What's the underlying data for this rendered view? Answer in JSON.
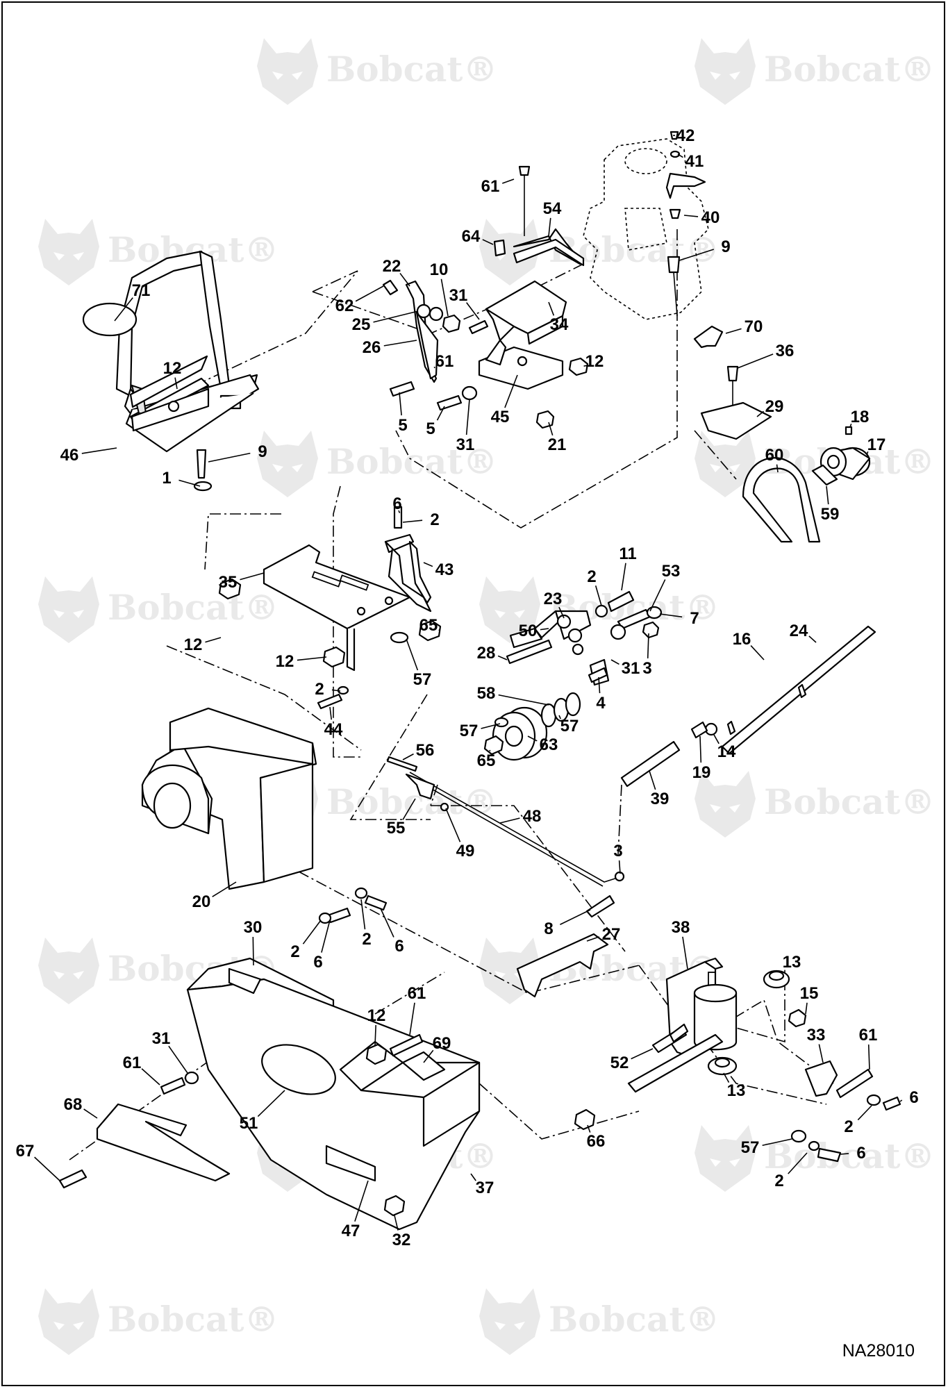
{
  "watermark": {
    "brand": "Bobcat",
    "registered_mark": "®",
    "icon": "bobcat-head-logo"
  },
  "document_id": "NA28010",
  "callouts": [
    "1",
    "2",
    "3",
    "4",
    "5",
    "6",
    "7",
    "8",
    "9",
    "10",
    "11",
    "12",
    "13",
    "14",
    "15",
    "16",
    "17",
    "18",
    "19",
    "20",
    "21",
    "22",
    "23",
    "24",
    "25",
    "26",
    "27",
    "28",
    "29",
    "30",
    "31",
    "32",
    "33",
    "34",
    "35",
    "36",
    "37",
    "38",
    "39",
    "40",
    "41",
    "42",
    "43",
    "44",
    "45",
    "46",
    "47",
    "48",
    "49",
    "50",
    "51",
    "52",
    "53",
    "54",
    "55",
    "56",
    "57",
    "58",
    "59",
    "60",
    "61",
    "62",
    "63",
    "64",
    "65",
    "66",
    "67",
    "68",
    "69",
    "70",
    "71"
  ]
}
